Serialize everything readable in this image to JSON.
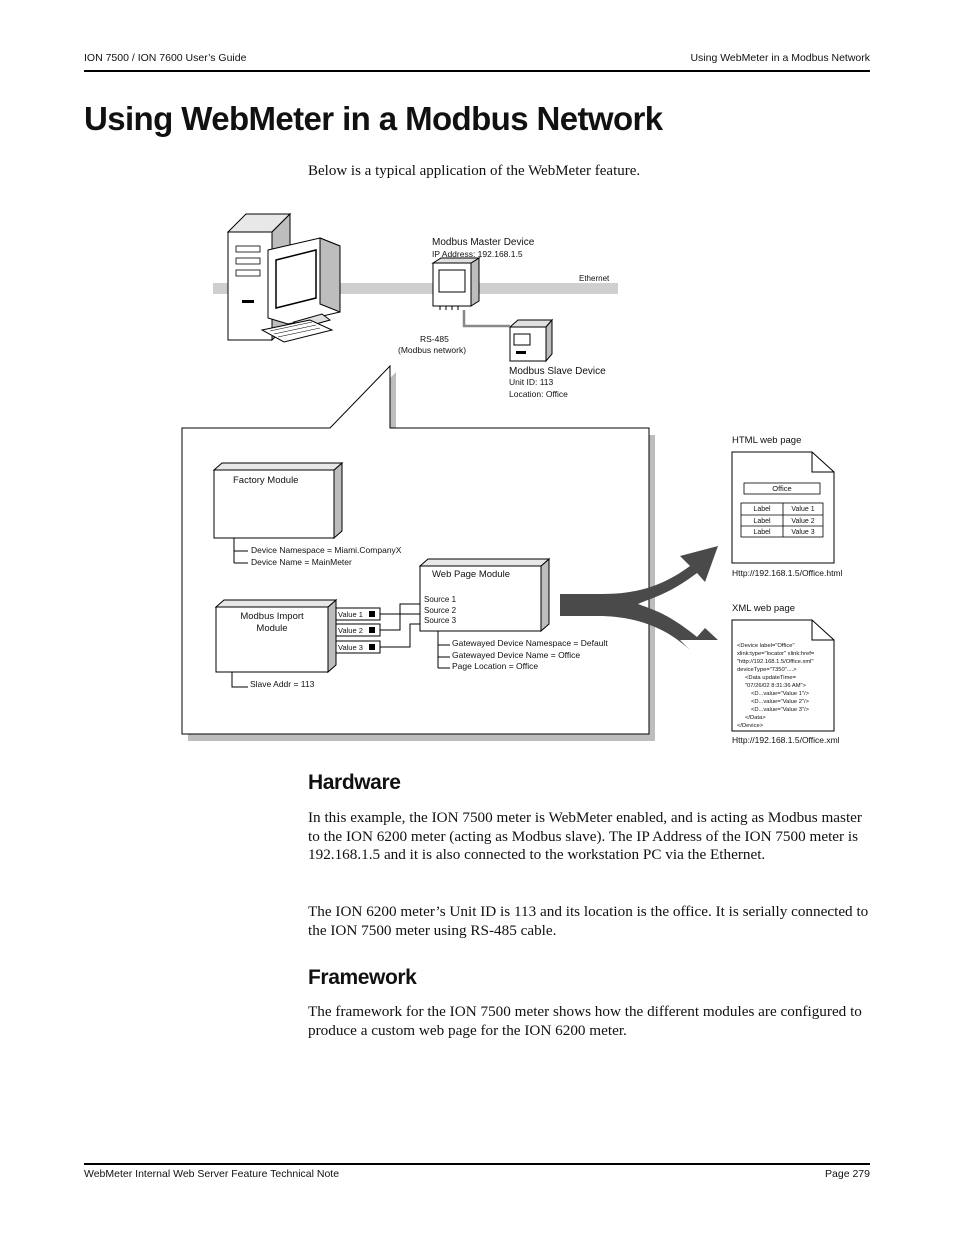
{
  "header": {
    "left": "ION 7500 / ION 7600 User’s Guide",
    "right": "Using WebMeter in a Modbus Network"
  },
  "title": "Using WebMeter in a Modbus Network",
  "intro": "Below is a typical application of the WebMeter feature.",
  "diagram": {
    "master_device": "Modbus Master Device",
    "master_ip": "IP Address: 192.168.1.5",
    "ethernet": "Ethernet",
    "rs485": "RS-485",
    "modbus_network": "(Modbus network)",
    "slave_device": "Modbus Slave Device",
    "slave_unit": "Unit ID: 113",
    "slave_location": "Location: Office",
    "factory_module": "Factory Module",
    "device_namespace": "Device Namespace = Miami.CompanyX",
    "device_name": "Device Name = MainMeter",
    "import_module_line1": "Modbus Import",
    "import_module_line2": "Module",
    "values": [
      "Value 1",
      "Value 2",
      "Value 3"
    ],
    "slave_addr": "Slave Addr = 113",
    "web_page_module": "Web Page Module",
    "sources": [
      "Source 1",
      "Source 2",
      "Source 3"
    ],
    "gw_namespace": "Gatewayed Device Namespace = Default",
    "gw_name": "Gatewayed Device Name = Office",
    "page_location": "Page Location = Office",
    "html_page_title": "HTML web page",
    "html_office": "Office",
    "html_table": [
      {
        "label": "Label",
        "value": "Value 1"
      },
      {
        "label": "Label",
        "value": "Value 2"
      },
      {
        "label": "Label",
        "value": "Value 3"
      }
    ],
    "html_url": "Http://192.168.1.5/Office.html",
    "xml_page_title": "XML web page",
    "xml_lines": [
      "<Device label=\"Office\"",
      "xlink:type=\"locator\" xlink:href=",
      "\"http://192.168.1.5/Office.xml\"",
      "deviceType=\"7350\"....>",
      "<Data updateTime=",
      "\"07/26/02 8:31:36 AM\">",
      "<D...value=\"Value 1\"/>",
      "<D...value=\"Value 2\"/>",
      "<D...value=\"Value 3\"/>",
      "</Data>",
      "</Device>"
    ],
    "xml_url": "Http://192.168.1.5/Office.xml"
  },
  "hardware": {
    "heading": "Hardware",
    "p1": "In this example, the ION 7500 meter is WebMeter enabled, and is acting as Modbus master to the ION 6200 meter  (acting as Modbus slave). The IP Address of the ION 7500 meter is 192.168.1.5 and it is also connected to the workstation PC via the Ethernet.",
    "p2": "The ION 6200 meter’s Unit ID is 113 and its location is the office. It is serially connected to the ION 7500 meter using RS-485 cable."
  },
  "framework": {
    "heading": "Framework",
    "p1": "The framework for the ION 7500 meter shows how the different modules are configured to produce a custom web page for the ION 6200 meter."
  },
  "footer": {
    "left": "WebMeter Internal Web Server Feature Technical Note",
    "right": "Page 279"
  }
}
